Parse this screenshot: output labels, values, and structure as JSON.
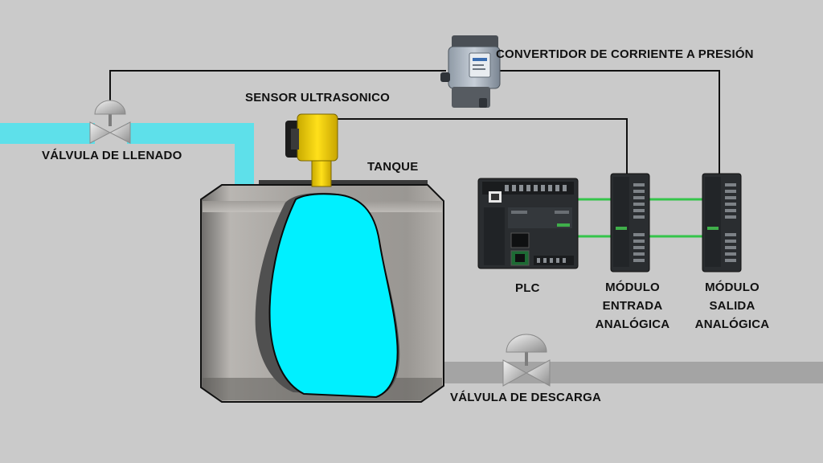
{
  "colors": {
    "background": "#cacaca",
    "water": "#00f0ff",
    "fill_pipe": "#5ee0ea",
    "drain_pipe": "#a4a4a4",
    "wire": "#111111",
    "bus": "#34c44a",
    "sensor": "#f2d20a",
    "valve": "#b8b8b8"
  },
  "labels": {
    "converter": "CONVERTIDOR DE  CORRIENTE A PRESIÓN",
    "sensor": "SENSOR ULTRASONICO",
    "fill_valve": "VÁLVULA DE  LLENADO",
    "tank": "TANQUE",
    "plc": "PLC",
    "input_module": [
      "MÓDULO",
      "ENTRADA",
      "ANALÓGICA"
    ],
    "output_module": [
      "MÓDULO",
      "SALIDA",
      "ANALÓGICA"
    ],
    "drain_valve": "VÁLVULA DE DESCARGA"
  },
  "icons": {
    "tank": "tank-icon",
    "sensor": "ultrasonic-sensor-icon",
    "converter": "i-p-converter-icon",
    "plc": "plc-icon",
    "input_module": "analog-module-icon",
    "output_module": "analog-module-icon",
    "fill_valve": "valve-icon",
    "drain_valve": "valve-icon"
  }
}
